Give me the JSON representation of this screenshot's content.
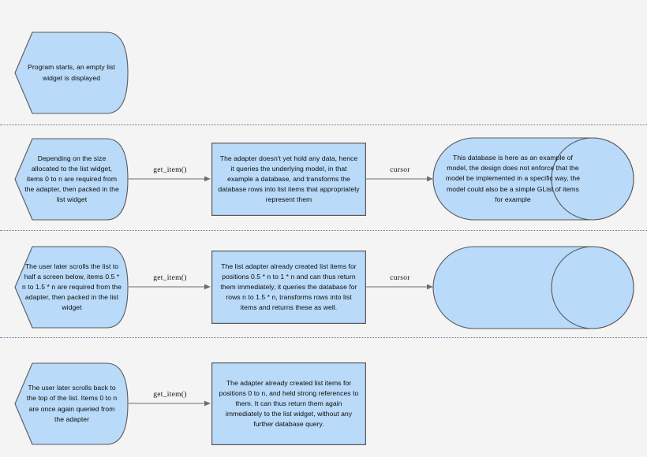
{
  "diagram": {
    "title": "List widget adapter / model sequence diagram",
    "background_color": "#f4f4f4",
    "node_fill": "#b9daf8",
    "node_stroke": "#59595c",
    "separator_color": "#55608f",
    "edge_color": "#666666",
    "rows": [
      {
        "id": "row-1",
        "separator_below": true,
        "nodes": [
          {
            "id": "n1",
            "shape": "delay-hexagon",
            "text": "Program starts, an empty list widget is displayed"
          }
        ],
        "edges": []
      },
      {
        "id": "row-2",
        "separator_below": true,
        "nodes": [
          {
            "id": "n2",
            "shape": "delay-hexagon",
            "text": "Depending on the size allocated to the list widget, items 0 to n are required from the adapter, then packed in the list widget"
          },
          {
            "id": "n3",
            "shape": "rectangle",
            "text": "The adapter doesn't yet hold any data, hence it queries the underlying model, in that example a database, and transforms the database rows into list items that appropriately represent them"
          },
          {
            "id": "n4",
            "shape": "cylinder",
            "text": "This database is here as an example of model, the design does not  enforce that the model be implemented in a specific way, the model could also be a simple GList of items for example"
          }
        ],
        "edges": [
          {
            "id": "e2a",
            "label": "get_item()"
          },
          {
            "id": "e2b",
            "label": "cursor"
          }
        ]
      },
      {
        "id": "row-3",
        "separator_below": true,
        "nodes": [
          {
            "id": "n5",
            "shape": "delay-hexagon",
            "text": "The user later scrolls the list to half a screen below, items 0.5 * n to 1.5 * n are required from the adapter, then packed in the list widget"
          },
          {
            "id": "n6",
            "shape": "rectangle",
            "text": "The list adapter already created list items for positions 0.5 * n to 1 * n and can thus return them immediately, it queries the database for rows n to 1.5 * n, transforms rows into list items and returns these as well."
          },
          {
            "id": "n7",
            "shape": "cylinder",
            "text": ""
          }
        ],
        "edges": [
          {
            "id": "e3a",
            "label": "get_item()"
          },
          {
            "id": "e3b",
            "label": "cursor"
          }
        ]
      },
      {
        "id": "row-4",
        "separator_below": false,
        "nodes": [
          {
            "id": "n8",
            "shape": "delay-hexagon",
            "text": "The user later scrolls back to the top of the list. Items 0 to n are once again queried from the adapter"
          },
          {
            "id": "n9",
            "shape": "rectangle",
            "text": "The adapter already created list items for positions 0 to n, and held strong references to them. It can thus return them again immediately to the list widget, without any further database query."
          }
        ],
        "edges": [
          {
            "id": "e4a",
            "label": "get_item()"
          }
        ]
      }
    ]
  }
}
